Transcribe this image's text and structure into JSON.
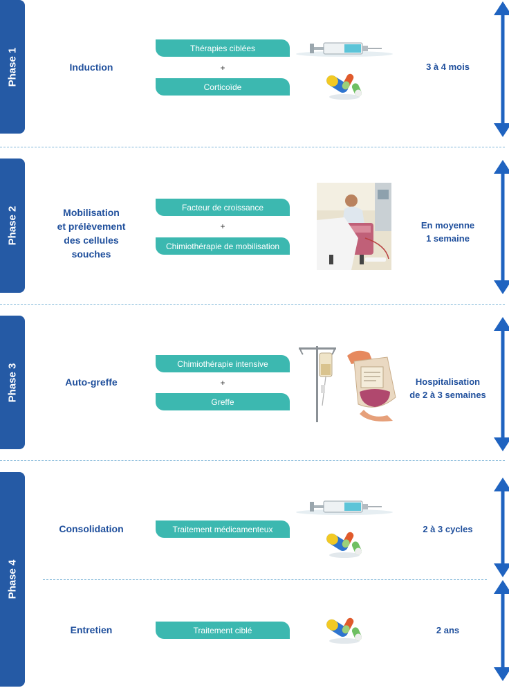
{
  "phases": [
    {
      "tab": "Phase 1",
      "stages": [
        {
          "label_lines": [
            "Induction"
          ],
          "treatments": [
            "Thérapies ciblées",
            "Corticoïde"
          ],
          "duration_lines": [
            "3 à 4 mois"
          ]
        }
      ]
    },
    {
      "tab": "Phase 2",
      "stages": [
        {
          "label_lines": [
            "Mobilisation",
            "et prélèvement",
            "des cellules souches"
          ],
          "treatments": [
            "Facteur de croissance",
            "Chimiothérapie de mobilisation"
          ],
          "duration_lines": [
            "En moyenne",
            "1 semaine"
          ]
        }
      ]
    },
    {
      "tab": "Phase 3",
      "stages": [
        {
          "label_lines": [
            "Auto-greffe"
          ],
          "treatments": [
            "Chimiothérapie intensive",
            "Greffe"
          ],
          "duration_lines": [
            "Hospitalisation",
            "de 2 à 3 semaines"
          ]
        }
      ]
    },
    {
      "tab": "Phase 4",
      "stages": [
        {
          "label_lines": [
            "Consolidation"
          ],
          "treatments": [
            "Traitement médicamenteux"
          ],
          "duration_lines": [
            "2 à 3 cycles"
          ]
        },
        {
          "label_lines": [
            "Entretien"
          ],
          "treatments": [
            "Traitement ciblé"
          ],
          "duration_lines": [
            "2 ans"
          ]
        }
      ]
    }
  ],
  "plus_sign": "+",
  "icons": [
    "syringe-icon",
    "capsules-icon",
    "patient-in-bed-image",
    "iv-drip-image",
    "blood-bag-image",
    "double-arrow-icon"
  ],
  "colors": {
    "phase_tab": "#255aa5",
    "pill": "#3cb8b0",
    "text": "#1f4f9c",
    "arrow": "#1f63c0",
    "separator": "#7fb6d8"
  }
}
